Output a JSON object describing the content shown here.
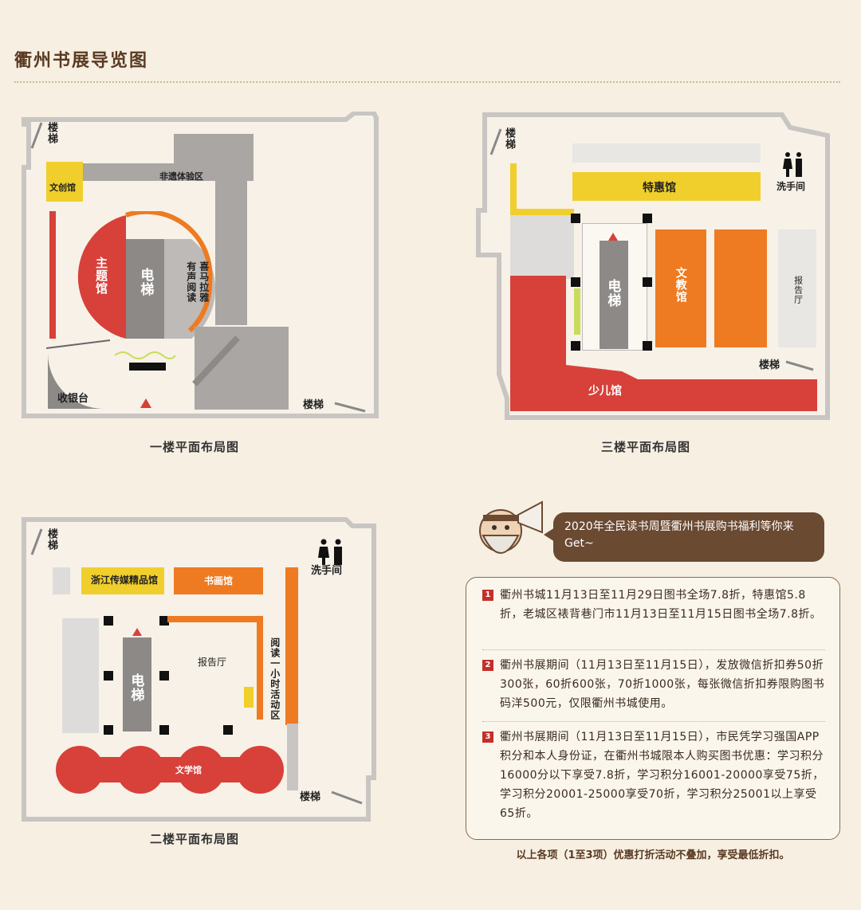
{
  "title": "衢州书展导览图",
  "floor1": {
    "caption": "一楼平面布局图",
    "stairs_top": "楼梯",
    "stairs_bottom": "楼梯",
    "wenchuang": "文创馆",
    "feiyi": "非遗体验区",
    "zhuti": "主题馆",
    "elevator": "电梯",
    "youshengyuedu": "有声阅读",
    "ximalaya": "喜马拉雅",
    "cashier": "收银台"
  },
  "floor2": {
    "caption": "二楼平面布局图",
    "stairs_top": "楼梯",
    "stairs_bottom": "楼梯",
    "washroom": "洗手间",
    "zhejiang": "浙江传媒精品馆",
    "shuhua": "书画馆",
    "baogaoting": "报告厅",
    "yuedu": "阅读一小时活动区",
    "elevator": "电梯",
    "wenxue": "文学馆"
  },
  "floor3": {
    "caption": "三楼平面布局图",
    "stairs_top": "楼梯",
    "stairs_bottom": "楼梯",
    "washroom": "洗手间",
    "tehui": "特惠馆",
    "elevator": "电梯",
    "wenjiao": "文教馆",
    "baogaoting": "报告厅",
    "shaoer": "少儿馆"
  },
  "promo": {
    "bubble": "2020年全民读书周暨衢州书展购书福利等你来Get~",
    "items": [
      {
        "num": "1",
        "text": "衢州书城11月13日至11月29日图书全场7.8折，特惠馆5.8折，老城区裱背巷门市11月13日至11月15日图书全场7.8折。"
      },
      {
        "num": "2",
        "text": "衢州书展期间（11月13日至11月15日），发放微信折扣券50折300张，60折600张，70折1000张，每张微信折扣券限购图书码洋500元，仅限衢州书城使用。"
      },
      {
        "num": "3",
        "text": "衢州书展期间（11月13日至11月15日），市民凭学习强国APP积分和本人身份证，在衢州书城限本人购买图书优惠：学习积分16000分以下享受7.8折，学习积分16001-20000享受75折，学习积分20001-25000享受70折，学习积分25001以上享受65折。"
      }
    ],
    "note": "以上各项（1至3项）优惠打折活动不叠加，享受最低折扣。"
  },
  "colors": {
    "red": "#d8403a",
    "orange": "#ee7a22",
    "yellow": "#f0cf2c",
    "grey": "#a9a6a3",
    "dark_grey": "#8c8987",
    "brown": "#6b4a32"
  }
}
